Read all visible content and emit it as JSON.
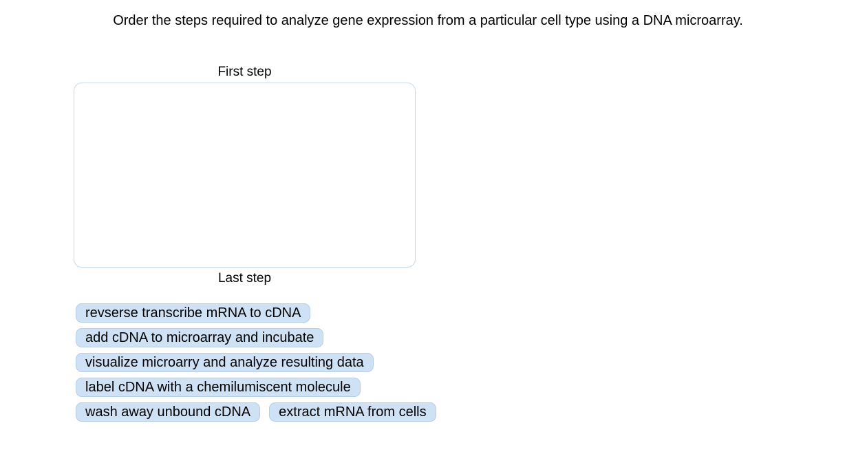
{
  "question": {
    "prompt": "Order the steps required to analyze gene expression from a particular cell type using a DNA microarray."
  },
  "drop_zone": {
    "first_label": "First step",
    "last_label": "Last step"
  },
  "choices": [
    "revserse transcribe mRNA to cDNA",
    "add cDNA to microarray and incubate",
    "visualize microarry and analyze resulting data",
    "label cDNA with a chemilumiscent molecule",
    "wash away unbound cDNA",
    "extract mRNA from cells"
  ],
  "colors": {
    "page_background": "#ffffff",
    "chip_background": "#cfe2f5",
    "chip_border": "#b6cde7",
    "drop_zone_border": "#c6d9f0",
    "text": "#000000"
  }
}
